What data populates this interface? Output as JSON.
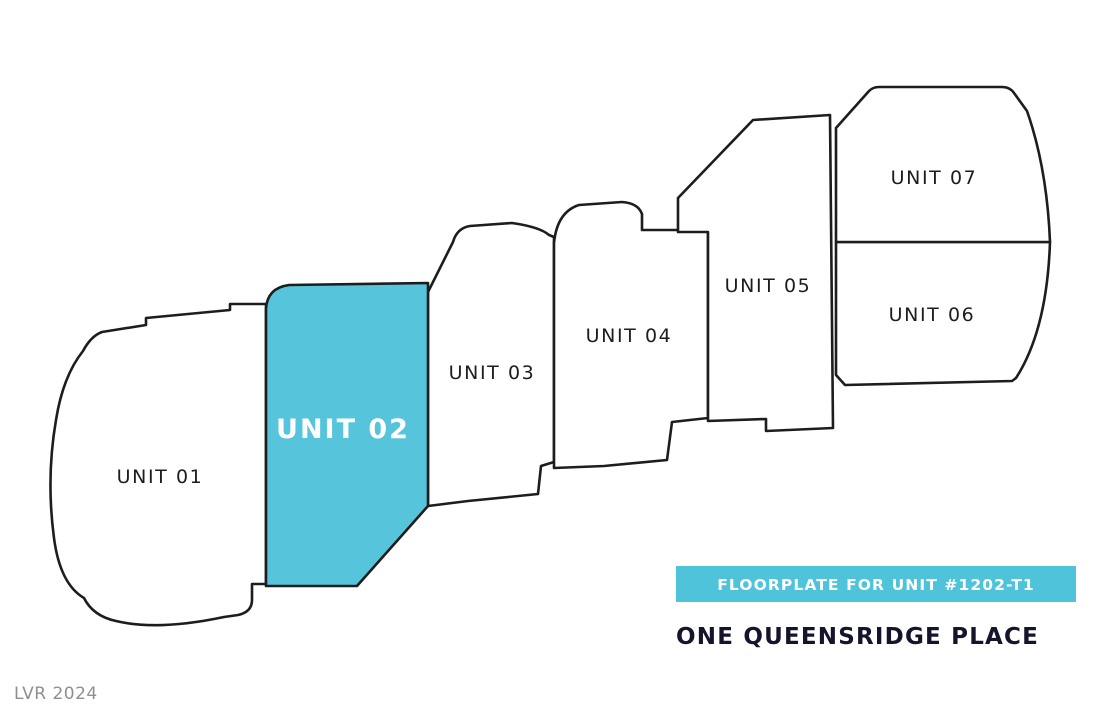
{
  "title": "ONE QUEENSRIDGE PLACE",
  "banner": {
    "label": "FLOORPLATE FOR UNIT #1202-T1"
  },
  "watermark": "LVR 2024",
  "units": [
    {
      "label": "UNIT 01",
      "highlighted": false
    },
    {
      "label": "UNIT 02",
      "highlighted": true
    },
    {
      "label": "UNIT 03",
      "highlighted": false
    },
    {
      "label": "UNIT 04",
      "highlighted": false
    },
    {
      "label": "UNIT 05",
      "highlighted": false
    },
    {
      "label": "UNIT 06",
      "highlighted": false
    },
    {
      "label": "UNIT 07",
      "highlighted": false
    }
  ],
  "colors": {
    "background": "#ffffff",
    "outline": "#1d1d1d",
    "highlight_fill": "#56c5db",
    "banner_fill": "#4fc3da",
    "label_text": "#1d1d1d",
    "highlight_label_text": "#ffffff",
    "title_text": "#14142b",
    "watermark_text": "#8f8f8f"
  }
}
